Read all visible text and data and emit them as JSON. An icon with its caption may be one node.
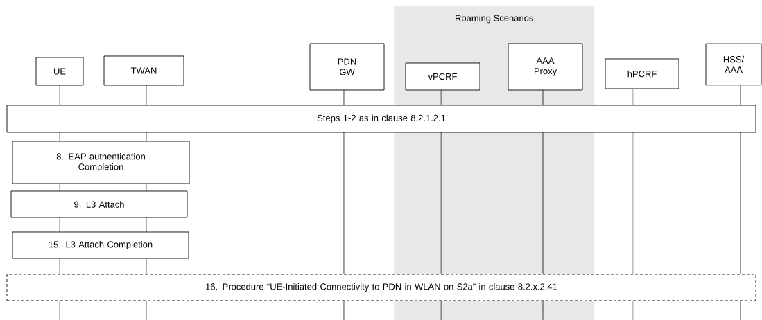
{
  "diagram": {
    "nodes": [
      {
        "text": [
          "Roaming Scenarios"
        ]
      },
      {
        "text": [
          "UE"
        ]
      },
      {
        "text": [
          "TWAN"
        ]
      },
      {
        "text": [
          "PDN GW"
        ]
      },
      {
        "text": [
          "vPCRF"
        ],
        "in": 0
      },
      {
        "text": [
          "AAA Proxy"
        ],
        "in": 0
      },
      {
        "text": [
          "hPCRF"
        ]
      },
      {
        "text": [
          "HSS/ AAA"
        ]
      },
      {
        "text": [
          "Steps 1-2 as in clause 8.2.1.2.1"
        ]
      },
      {
        "text": [
          "8. EAP authentication Completion"
        ]
      },
      {
        "text": [
          "9. L3 Attach"
        ]
      },
      {
        "text": [
          "15. L3 Attach Completion"
        ]
      },
      {
        "text": [
          "16. Procedure “UE-Initiated Connectivity to PDN in WLAN on S2a” in clause 8.2.x.2.41"
        ]
      }
    ]
  }
}
